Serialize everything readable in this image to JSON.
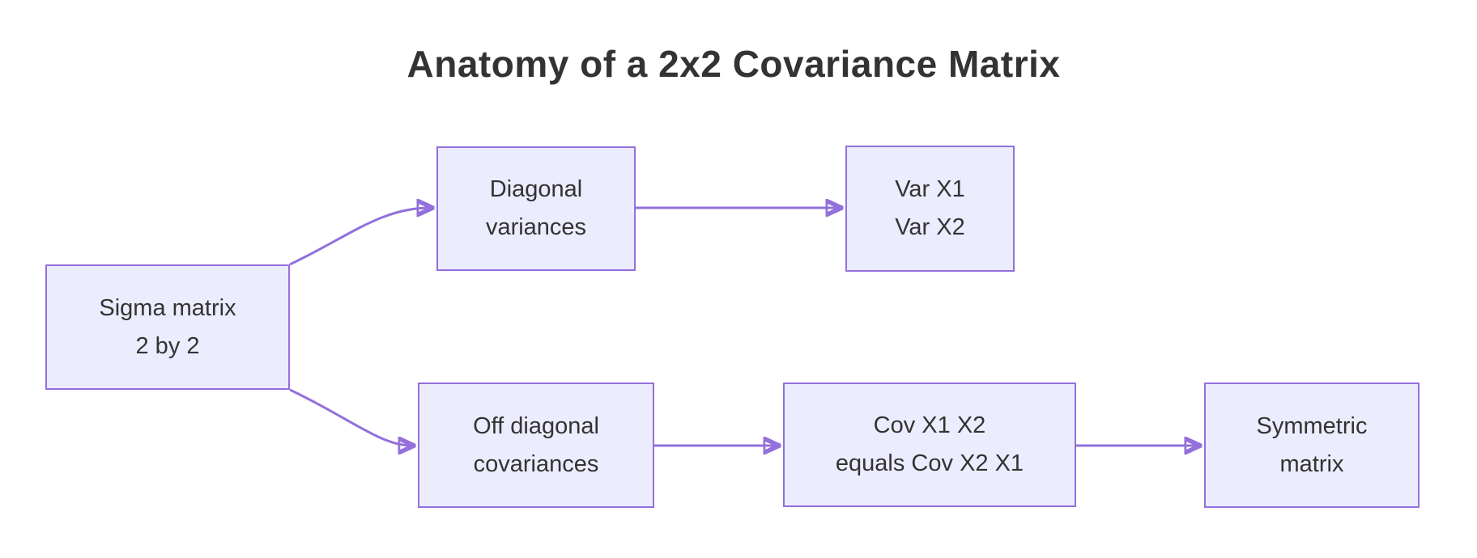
{
  "diagram": {
    "title": "Anatomy of a 2x2 Covariance Matrix",
    "type": "flowchart",
    "direction": "left-to-right",
    "nodes": [
      {
        "id": "sigma",
        "lines": [
          "Sigma matrix",
          "2 by 2"
        ]
      },
      {
        "id": "diagonal",
        "lines": [
          "Diagonal",
          "variances"
        ]
      },
      {
        "id": "var",
        "lines": [
          "Var X1",
          "Var X2"
        ]
      },
      {
        "id": "offdiag",
        "lines": [
          "Off diagonal",
          "covariances"
        ]
      },
      {
        "id": "cov",
        "lines": [
          "Cov X1 X2",
          "equals Cov X2 X1"
        ]
      },
      {
        "id": "symmetric",
        "lines": [
          "Symmetric",
          "matrix"
        ]
      }
    ],
    "edges": [
      {
        "from": "sigma",
        "to": "diagonal",
        "style": "curved"
      },
      {
        "from": "diagonal",
        "to": "var",
        "style": "straight"
      },
      {
        "from": "sigma",
        "to": "offdiag",
        "style": "curved"
      },
      {
        "from": "offdiag",
        "to": "cov",
        "style": "straight"
      },
      {
        "from": "cov",
        "to": "symmetric",
        "style": "straight"
      }
    ],
    "colors": {
      "node_fill": "#ECECFF",
      "node_border": "#9370DB",
      "edge_stroke": "#9370DB",
      "arrowhead": "#9370DB",
      "node_text": "#333333",
      "title_text": "#333333",
      "background": "#FFFFFF"
    }
  }
}
